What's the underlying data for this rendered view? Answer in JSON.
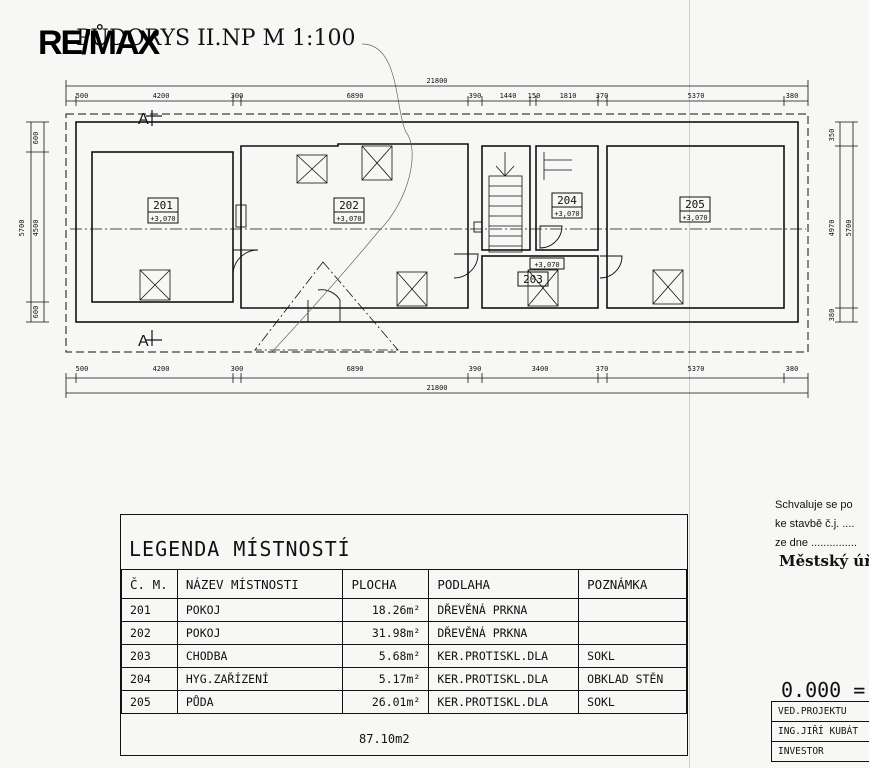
{
  "logo": "RE/MAX",
  "plan": {
    "title": "PŮDORYS II.NP    M 1:100",
    "dims_top": [
      "500",
      "4200",
      "300",
      "6890",
      "390",
      "1440",
      "150",
      "1810",
      "370",
      "5370",
      "380"
    ],
    "dims_bottom": [
      "500",
      "4200",
      "300",
      "6890",
      "390",
      "3400",
      "370",
      "5370",
      "380"
    ],
    "total_top": "21800",
    "total_bottom": "21800",
    "dims_left": [
      "600",
      "4500",
      "600"
    ],
    "dim_left_total": "5700",
    "dims_right": [
      "350",
      "4970",
      "380"
    ],
    "dim_right_total": "5700",
    "section_mark": "A",
    "rooms": [
      {
        "no": "201",
        "level": "+3,070"
      },
      {
        "no": "202",
        "level": "+3,070"
      },
      {
        "no": "203",
        "level": "+3,070"
      },
      {
        "no": "204",
        "level": "+3,070"
      },
      {
        "no": "205",
        "level": "+3,070"
      }
    ]
  },
  "legend": {
    "title": "LEGENDA MÍSTNOSTÍ",
    "headers": [
      "Č. M.",
      "NÁZEV MÍSTNOSTI",
      "PLOCHA",
      "PODLAHA",
      "POZNÁMKA"
    ],
    "rows": [
      [
        "201",
        "POKOJ",
        "18.26m²",
        "DŘEVĚNÁ PRKNA",
        ""
      ],
      [
        "202",
        "POKOJ",
        "31.98m²",
        "DŘEVĚNÁ PRKNA",
        ""
      ],
      [
        "203",
        "CHODBA",
        "5.68m²",
        "KER.PROTISKL.DLA",
        "SOKL"
      ],
      [
        "204",
        "HYG.ZAŘÍZENÍ",
        "5.17m²",
        "KER.PROTISKL.DLA",
        "OBKLAD STĚN"
      ],
      [
        "205",
        "PŮDA",
        "26.01m²",
        "KER.PROTISKL.DLA",
        "SOKL"
      ]
    ],
    "total": "87.10m2"
  },
  "approval": {
    "line1": "Schvaluje se po",
    "line2": "ke stavbě č.j. ....",
    "line3": "ze dne ...............",
    "office": "Městský úř"
  },
  "stamp": {
    "elevation": "0.000  =",
    "row1": "VED.PROJEKTU",
    "row2": "ING.JIŘÍ KUBÁT",
    "row3": "INVESTOR"
  }
}
